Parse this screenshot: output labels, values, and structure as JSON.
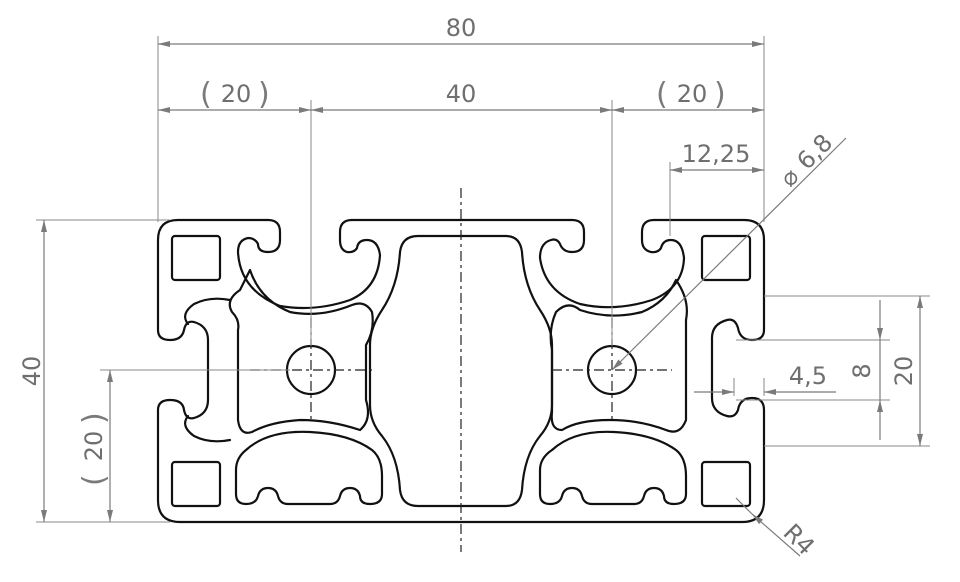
{
  "dimensions": {
    "overall_width": "80",
    "left_offset": "20",
    "center_span": "40",
    "right_offset": "20",
    "slot_offset": "12,25",
    "hole_diameter_symbol": "⌀",
    "hole_diameter": "6,8",
    "overall_height": "40",
    "lower_offset": "20",
    "slot_depth_height": "20",
    "slot_opening": "8",
    "slot_width": "4,5",
    "corner_radius": "R4"
  },
  "colors": {
    "profile_stroke": "#111111",
    "dimension_lines": "#7a7a7a",
    "dimension_text": "#6f6f6f"
  }
}
